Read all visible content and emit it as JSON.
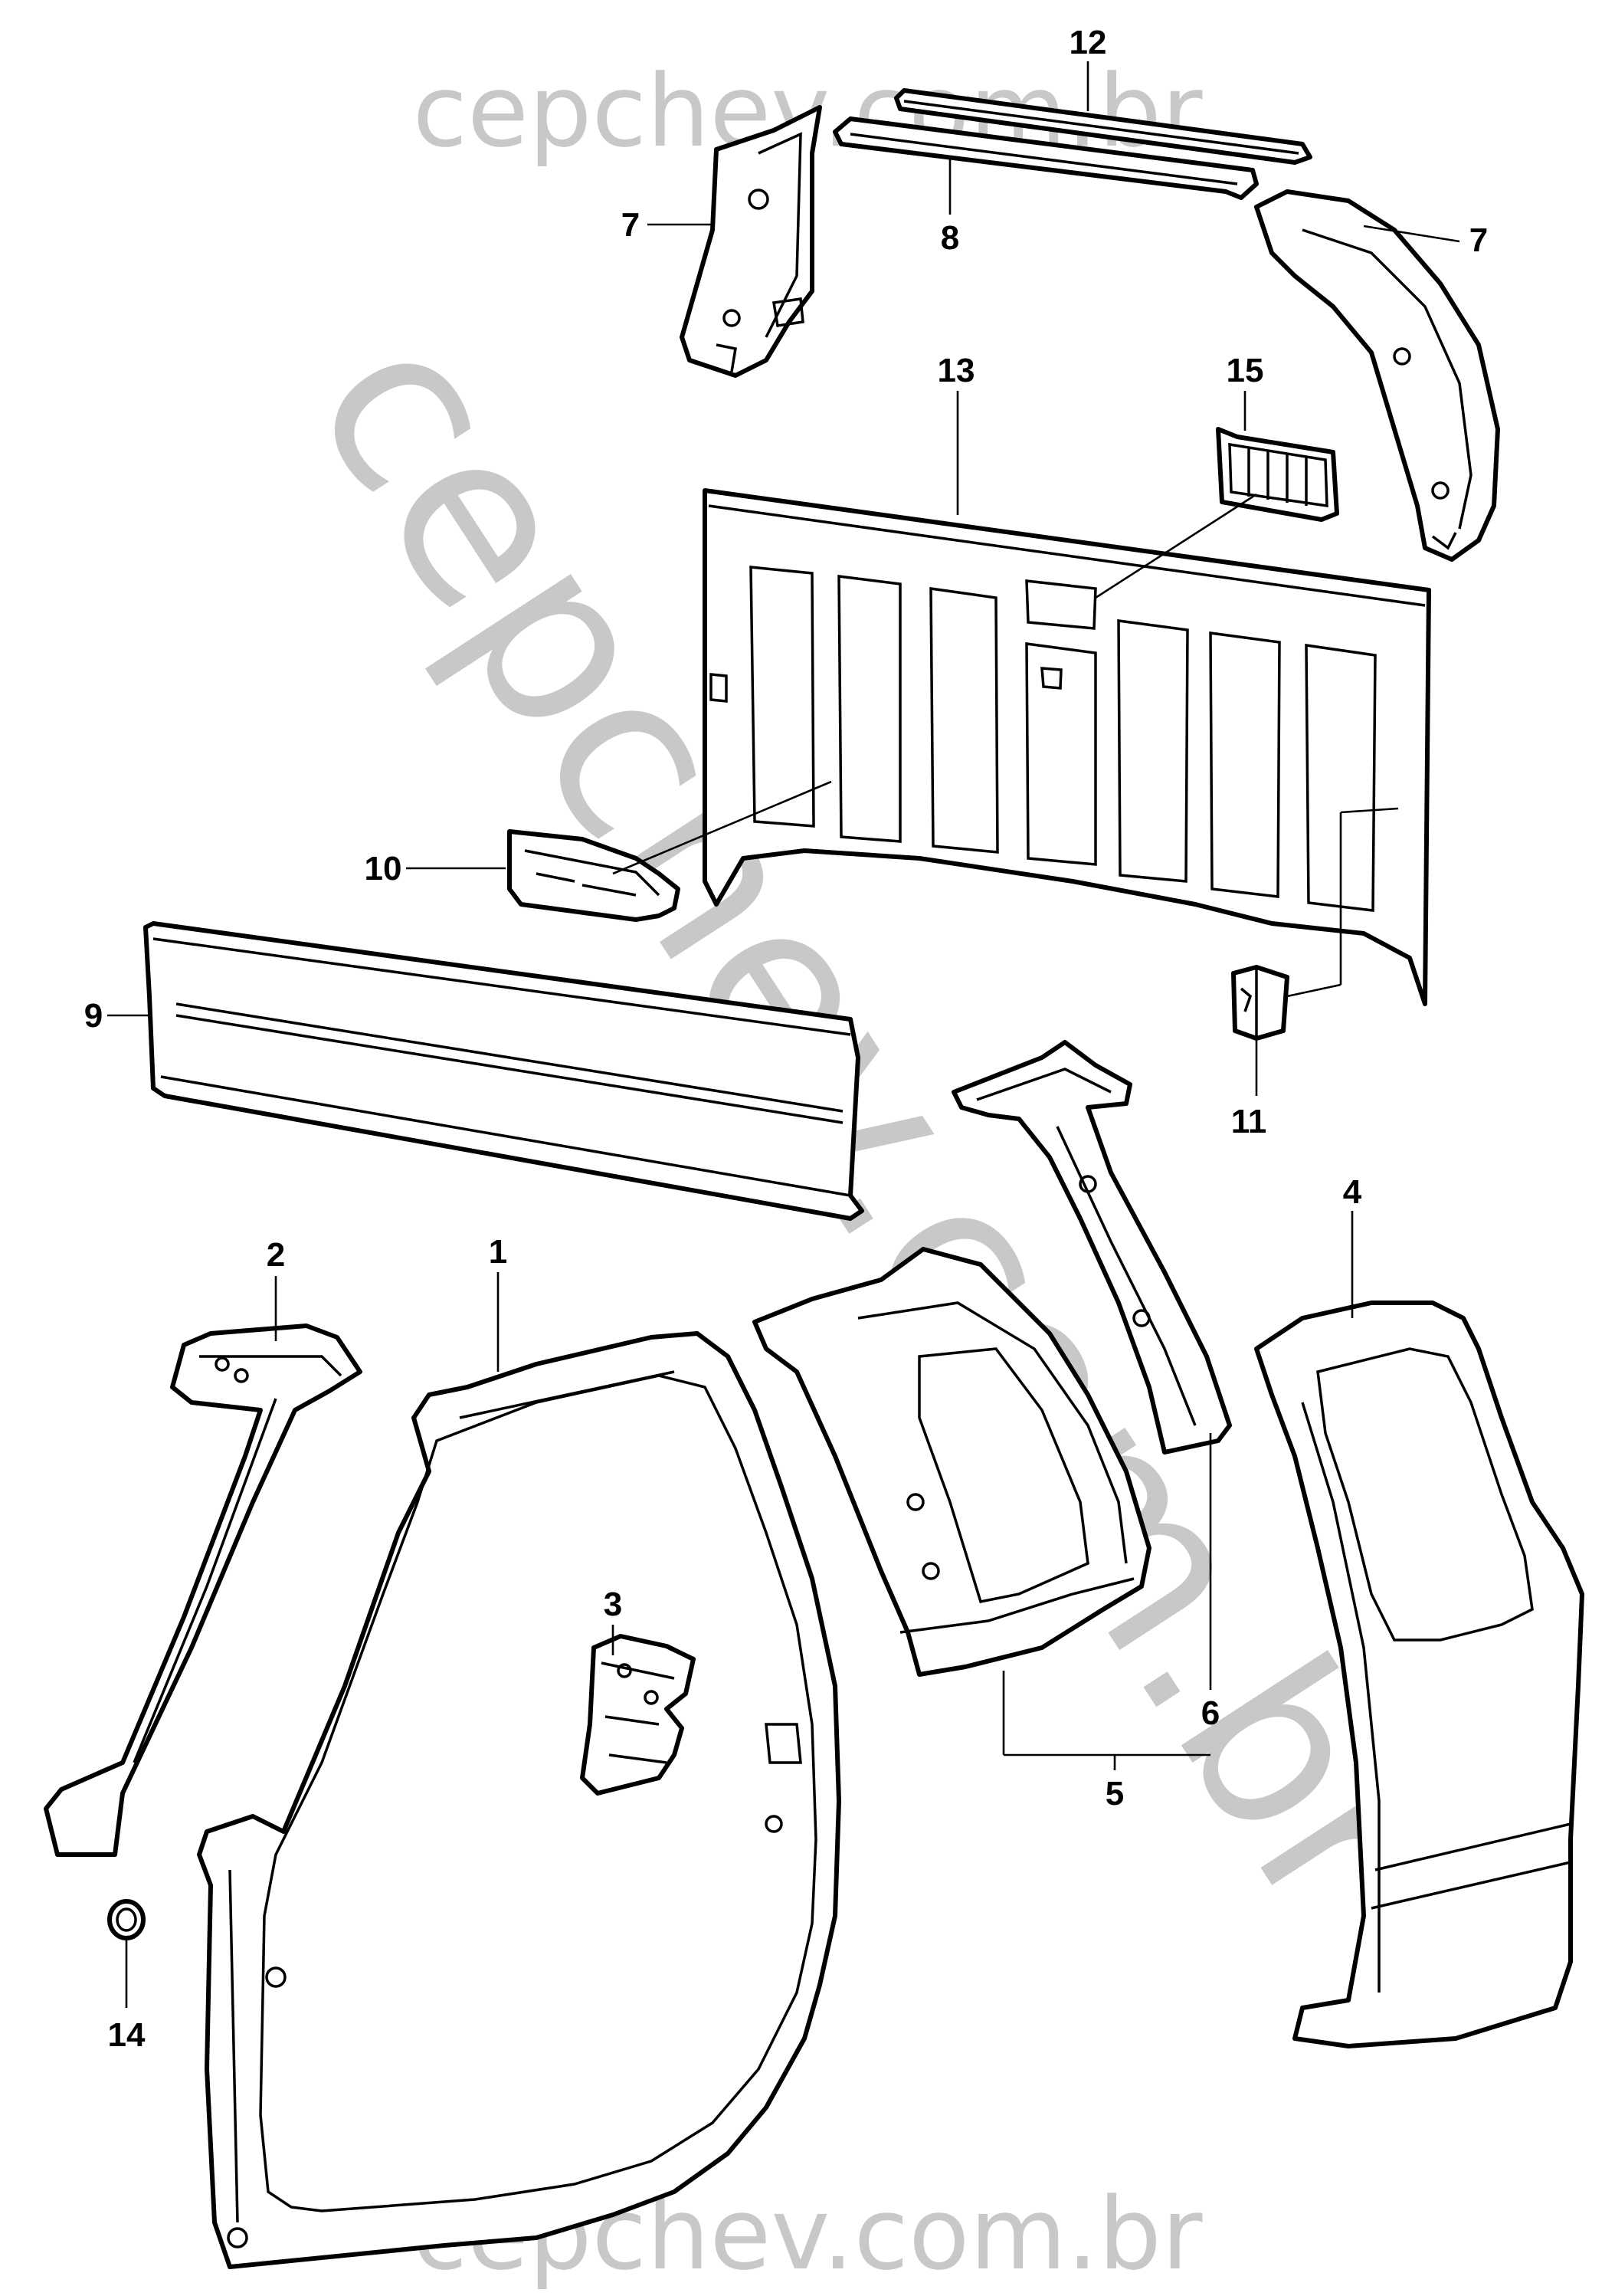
{
  "watermark": {
    "top": "cepchev.com.br",
    "diagonal": "cepchev.com.br",
    "bottom": "cepchev.com.br"
  },
  "callouts": {
    "n1": "1",
    "n2": "2",
    "n3": "3",
    "n4": "4",
    "n5": "5",
    "n6": "6",
    "n7a": "7",
    "n7b": "7",
    "n8": "8",
    "n9": "9",
    "n10": "10",
    "n11": "11",
    "n12": "12",
    "n13": "13",
    "n14": "14",
    "n15": "15"
  }
}
